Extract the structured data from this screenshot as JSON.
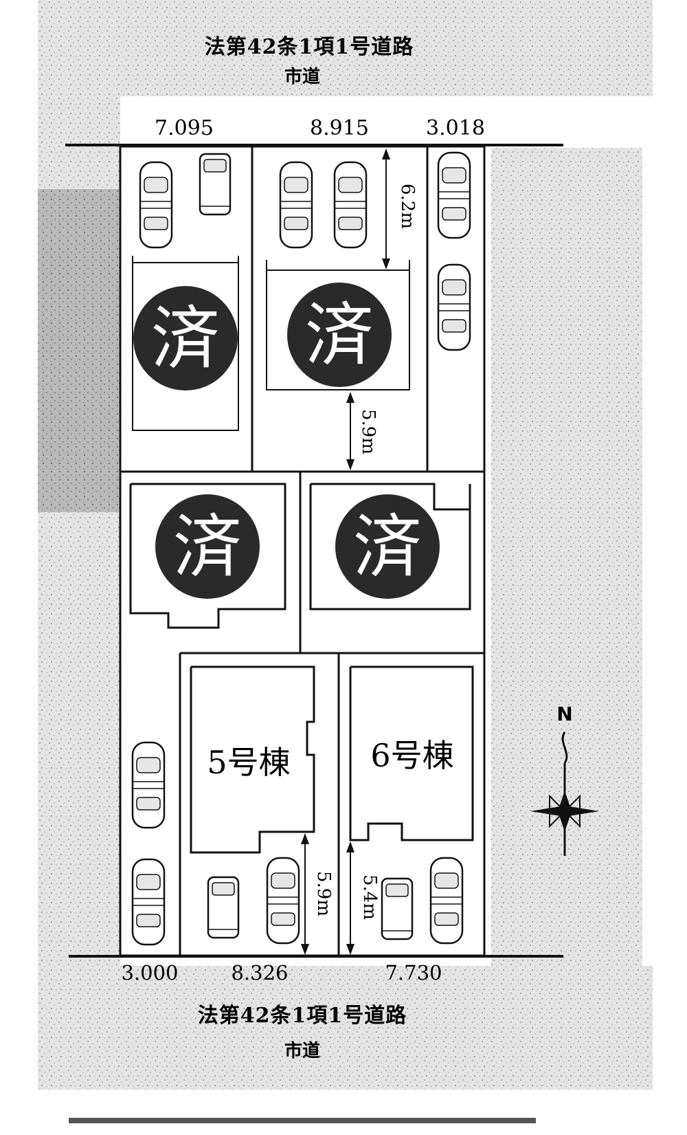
{
  "roads": {
    "north": {
      "title": "法第42条1項1号道路",
      "subtitle": "市道"
    },
    "south": {
      "title": "法第42条1項1号道路",
      "subtitle": "市道"
    }
  },
  "frontage": {
    "top": [
      "7.095",
      "8.915",
      "3.018"
    ],
    "bottom": [
      "3.000",
      "8.326",
      "7.730"
    ]
  },
  "setbacks": {
    "top_center": "6.2m",
    "middle": "5.9m",
    "bottom_left": "5.9m",
    "bottom_right": "5.4m"
  },
  "sold_mark": "済",
  "buildings": {
    "lot5": "5号棟",
    "lot6": "6号棟"
  },
  "compass": {
    "north": "N"
  },
  "colors": {
    "ink": "#111111",
    "sold_badge": "#2a2a2a",
    "neighbor_hatch": "#c9c9c9"
  }
}
